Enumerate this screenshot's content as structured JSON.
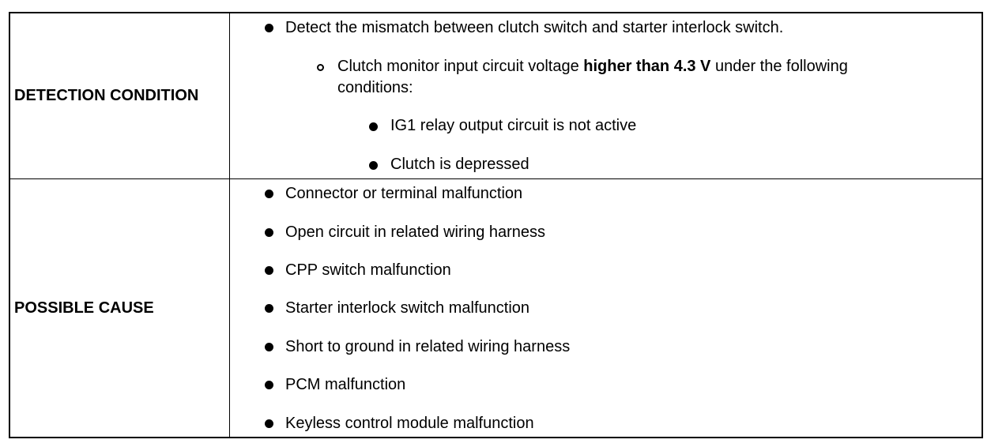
{
  "detection": {
    "label": "DETECTION CONDITION",
    "main_bullet": "Detect the mismatch between clutch switch and starter interlock switch.",
    "sub": {
      "prefix": "Clutch monitor input circuit voltage ",
      "bold": "higher than 4.3 V",
      "suffix": " under the following",
      "line2": "conditions:"
    },
    "conditions": [
      "IG1 relay output circuit is not active",
      "Clutch is depressed"
    ]
  },
  "possible_cause": {
    "label": "POSSIBLE CAUSE",
    "items": [
      "Connector or terminal malfunction",
      "Open circuit in related wiring harness",
      "CPP switch malfunction",
      "Starter interlock switch malfunction",
      "Short to ground in related wiring harness",
      "PCM malfunction",
      "Keyless control module malfunction"
    ]
  }
}
